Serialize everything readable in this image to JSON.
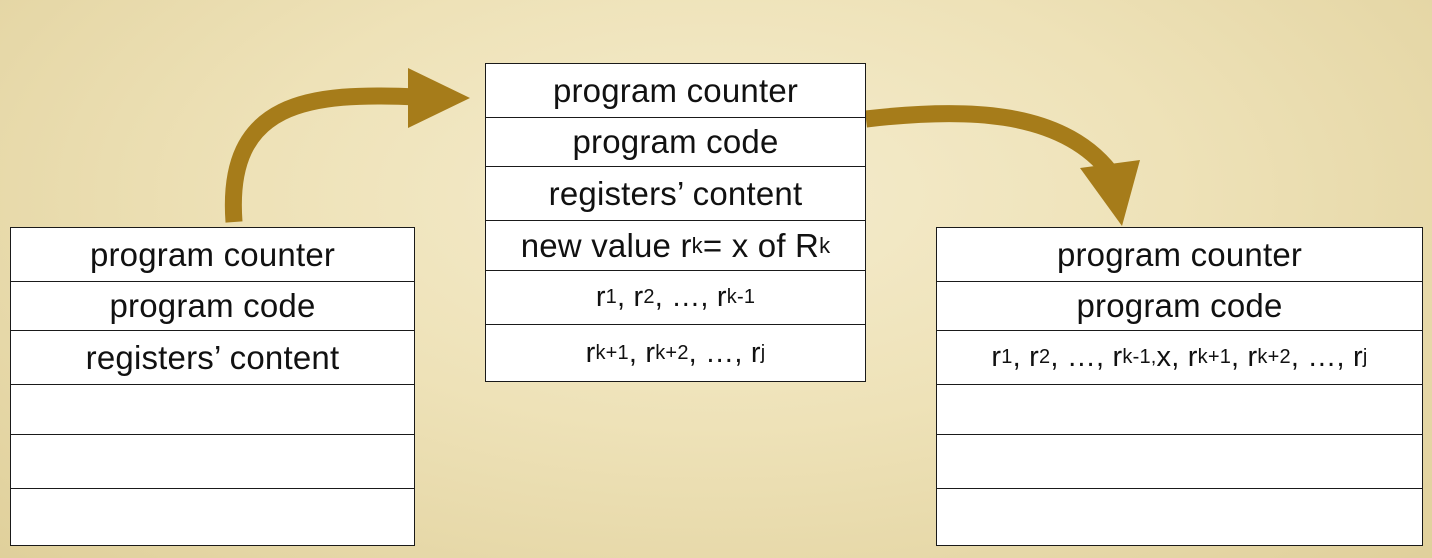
{
  "colors": {
    "arrow": "#a67c1a",
    "background": "#efe4bd",
    "box_fill": "#ffffff",
    "box_border": "#1a1a1a"
  },
  "left_box": {
    "rows": [
      "program counter",
      "program code",
      "registers’ content",
      "",
      "",
      ""
    ]
  },
  "middle_box": {
    "row0": "program counter",
    "row1": "program code",
    "row2": "registers’ content",
    "row3": {
      "pre": "new value r",
      "sub1": "k",
      "mid": " = x of R",
      "sub2": "k"
    },
    "row4": {
      "a": "r",
      "a_sub": "1",
      "b": ", r",
      "b_sub": "2",
      "c": ", …, r",
      "c_sub": "k-1"
    },
    "row5": {
      "a": "r",
      "a_sub": "k+1",
      "b": ", r",
      "b_sub": "k+2",
      "c": ", …, r",
      "c_sub": "j"
    }
  },
  "right_box": {
    "row0": "program counter",
    "row1": "program code",
    "row2": {
      "a": "r",
      "a_sub": "1",
      "b": ", r",
      "b_sub": "2",
      "c": ", …, r",
      "c_sub": "k-1,",
      "d": " x, r",
      "d_sub": "k+1",
      "e": ", r",
      "e_sub": "k+2",
      "f": ", …, r",
      "f_sub": "j"
    },
    "row3": "",
    "row4": "",
    "row5": ""
  }
}
